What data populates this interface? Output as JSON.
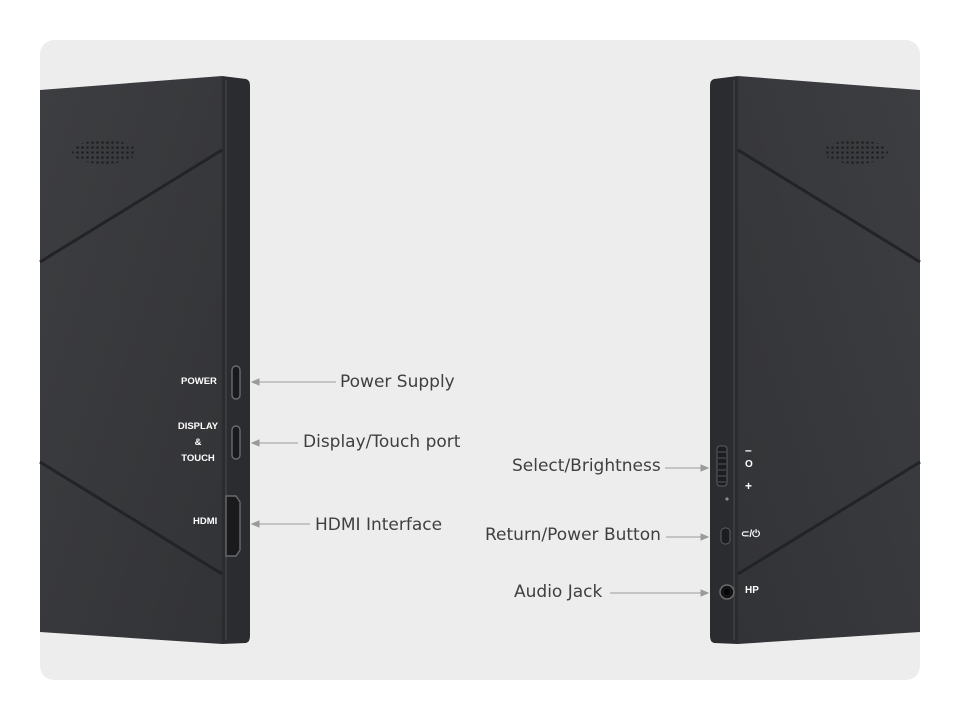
{
  "left_device": {
    "port_labels": {
      "power": "POWER",
      "display_line1": "DISPLAY",
      "display_line2": "&",
      "display_line3": "TOUCH",
      "hdmi": "HDMI"
    },
    "callouts": {
      "power_supply": "Power Supply",
      "display_touch": "Display/Touch port",
      "hdmi_interface": "HDMI Interface"
    }
  },
  "right_device": {
    "side_marks": {
      "minus": "–",
      "ok": "O",
      "plus": "+",
      "return_power": "⊂/⏻",
      "hp": "HP"
    },
    "callouts": {
      "select_brightness": "Select/Brightness",
      "return_power_button": "Return/Power Button",
      "audio_jack": "Audio Jack"
    }
  },
  "colors": {
    "background": "#ededed",
    "device_face": "#3a3b3e",
    "device_edge": "#2e2f32",
    "callout_line": "#9a9a9a",
    "callout_text": "#3f3f3f"
  }
}
